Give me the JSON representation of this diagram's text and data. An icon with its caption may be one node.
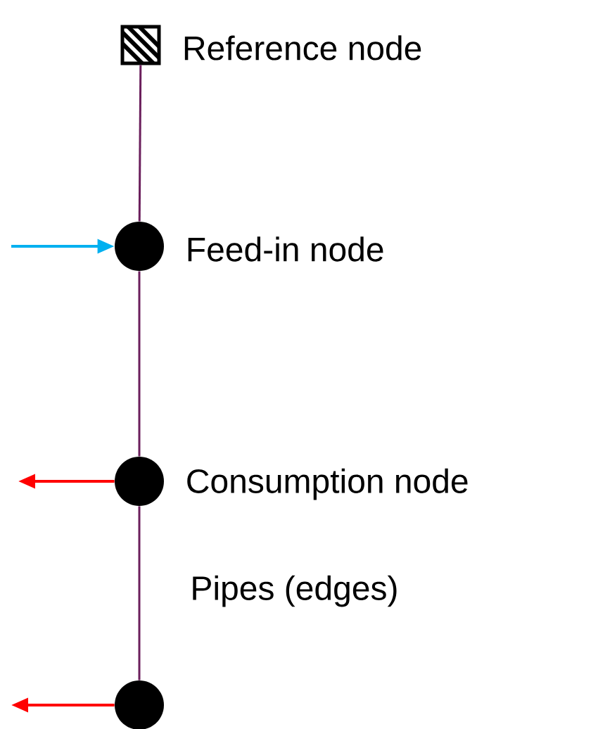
{
  "diagram": {
    "nodes": [
      {
        "text": [],
        "shape": "box",
        "beside": [
          "Reference node"
        ]
      },
      {
        "text": [],
        "shape": "circle",
        "beside": [
          "Feed-in node"
        ]
      },
      {
        "text": [],
        "shape": "circle",
        "beside": [
          "Consumption node"
        ]
      },
      {
        "text": [],
        "shape": "circle"
      }
    ],
    "edges": [
      {
        "from": 0,
        "to": 1,
        "arrow": "none",
        "color": "#6b1f5c"
      },
      {
        "from": 1,
        "to": 2,
        "arrow": "none",
        "color": "#6b1f5c"
      },
      {
        "from": 2,
        "to": 3,
        "arrow": "none",
        "color": "#6b1f5c"
      },
      {
        "from": null,
        "to": 1,
        "arrow": "to",
        "color": "#00b0f0"
      },
      {
        "from": 2,
        "to": null,
        "arrow": "to",
        "color": "#ff0000"
      },
      {
        "from": 3,
        "to": null,
        "arrow": "to",
        "color": "#ff0000"
      }
    ],
    "labels": [
      "Pipes (edges)"
    ]
  }
}
